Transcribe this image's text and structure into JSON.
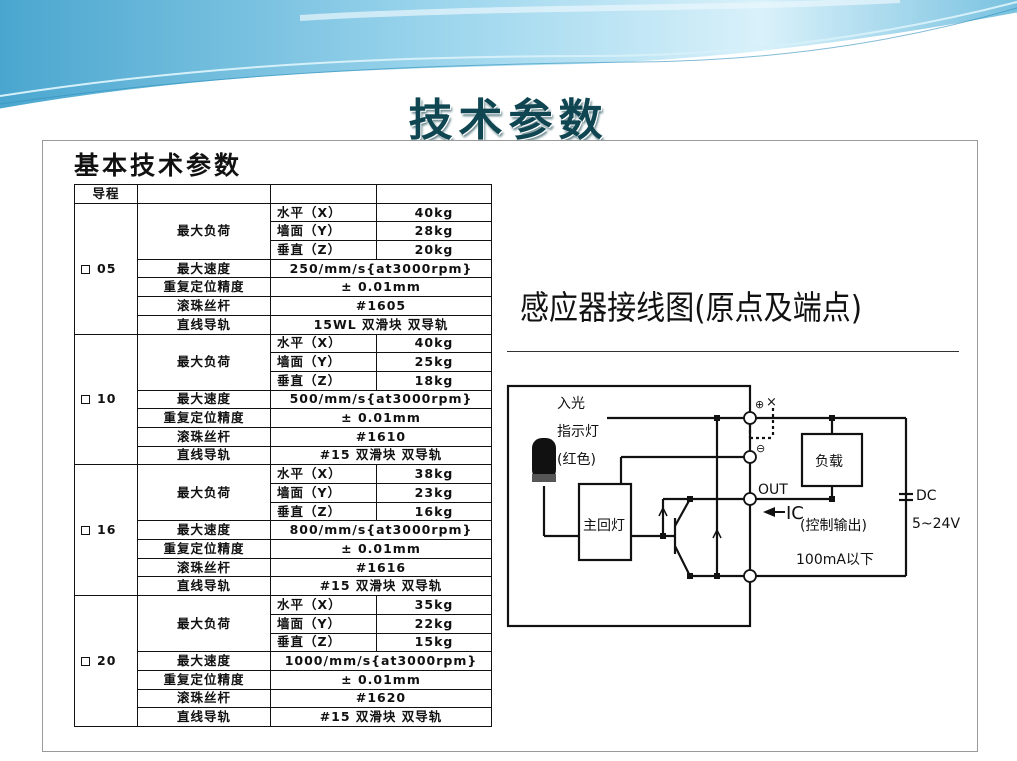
{
  "slide": {
    "title": "技术参数"
  },
  "spec": {
    "heading": "基本技术参数",
    "header_label": "导程",
    "labels": {
      "max_load": "最大负荷",
      "max_speed": "最大速度",
      "repeat": "重复定位精度",
      "ballscrew": "滚珠丝杆",
      "guide": "直线导轨",
      "horizontal": "水平（X）",
      "wall": "墙面（Y）",
      "vertical": "垂直（Z）"
    },
    "groups": [
      {
        "model": "05",
        "horizontal": "40kg",
        "wall": "28kg",
        "vertical": "20kg",
        "speed": "250/mm/s{at3000rpm}",
        "repeat": "± 0.01mm",
        "ballscrew": "#1605",
        "guide": "15WL 双滑块 双导轨"
      },
      {
        "model": "10",
        "horizontal": "40kg",
        "wall": "25kg",
        "vertical": "18kg",
        "speed": "500/mm/s{at3000rpm}",
        "repeat": "± 0.01mm",
        "ballscrew": "#1610",
        "guide": "#15 双滑块 双导轨"
      },
      {
        "model": "16",
        "horizontal": "38kg",
        "wall": "23kg",
        "vertical": "16kg",
        "speed": "800/mm/s{at3000rpm}",
        "repeat": "± 0.01mm",
        "ballscrew": "#1616",
        "guide": "#15 双滑块 双导轨"
      },
      {
        "model": "20",
        "horizontal": "35kg",
        "wall": "22kg",
        "vertical": "15kg",
        "speed": "1000/mm/s{at3000rpm}",
        "repeat": "± 0.01mm",
        "ballscrew": "#1620",
        "guide": "#15 双滑块 双导轨"
      }
    ]
  },
  "wiring": {
    "title": "感应器接线图(原点及端点)",
    "labels": {
      "light_in": "入光",
      "indicator": "指示灯",
      "red": "(红色)",
      "main_circuit": "主回灯",
      "load": "负载",
      "out": "OUT",
      "ic": "IC",
      "control_output": "(控制输出)",
      "current": "100mA以下",
      "dc": "DC",
      "voltage": "5~24V",
      "plus_terminal": "⊕",
      "minus_terminal": "⊖",
      "x_mark": "×"
    }
  },
  "colors": {
    "title": "#0f4652",
    "banner_light": "#bfe6f5",
    "banner_dark": "#3f9ec6"
  }
}
